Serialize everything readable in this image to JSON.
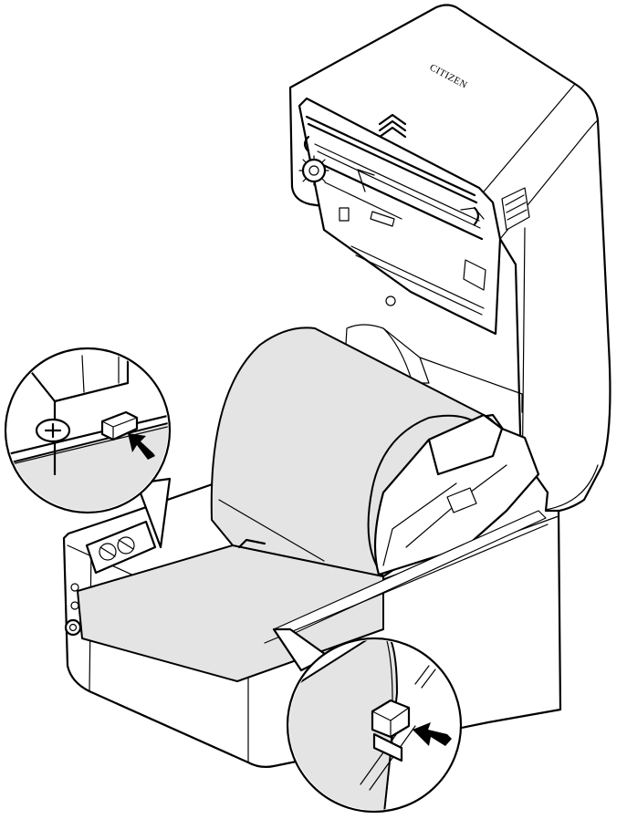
{
  "device": {
    "brand_label": "CITIZEN"
  },
  "callouts": [
    {
      "id": "left-guide-lock"
    },
    {
      "id": "right-guide-lock"
    }
  ]
}
